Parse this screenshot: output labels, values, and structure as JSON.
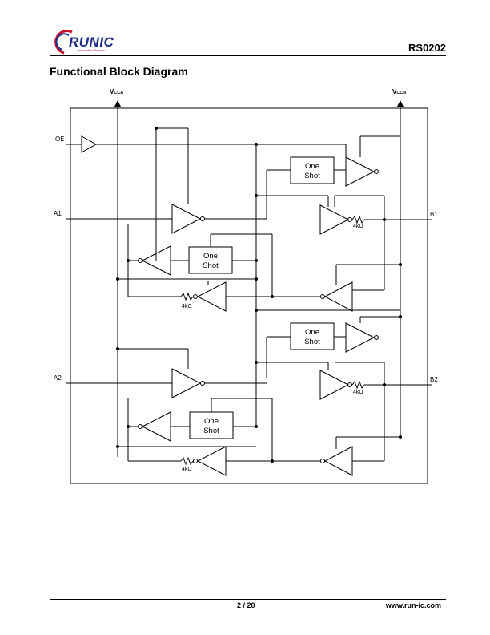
{
  "header": {
    "logo_text": "RUNIC",
    "logo_tagline": "Innovation Service",
    "part_number": "RS0202"
  },
  "section_title": "Functional Block Diagram",
  "diagram": {
    "supply_a": {
      "main": "V",
      "sub": "CCA"
    },
    "supply_b": {
      "main": "V",
      "sub": "CCB"
    },
    "pin_oe": "OE",
    "pin_a1": "A1",
    "pin_a2": "A2",
    "pin_b1": "B1",
    "pin_b2": "B2",
    "one_shot_line1": "One",
    "one_shot_line2": "Shot",
    "resistor_label": "4kΩ"
  },
  "footer": {
    "page": "2 / 20",
    "website": "www.run-ic.com"
  },
  "colors": {
    "logo_blue": "#1a2a8c",
    "logo_red": "#c8102e"
  }
}
